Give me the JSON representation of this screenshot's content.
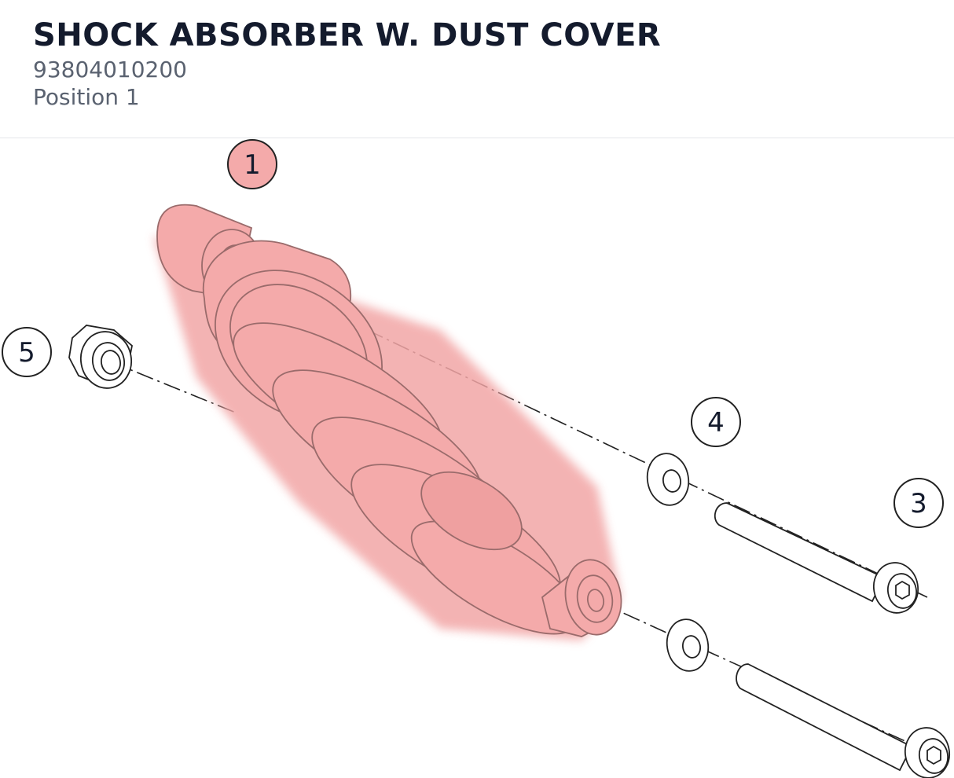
{
  "header": {
    "title": "SHOCK ABSORBER W. DUST COVER",
    "part_number": "93804010200",
    "position": "Position 1"
  },
  "diagram": {
    "callouts": [
      {
        "label": "1",
        "part": "shock-absorber",
        "highlighted": true
      },
      {
        "label": "3",
        "part": "bolt",
        "highlighted": false
      },
      {
        "label": "4",
        "part": "washer",
        "highlighted": false
      },
      {
        "label": "5",
        "part": "nut",
        "highlighted": false
      }
    ]
  },
  "colors": {
    "text_dark": "#141b2d",
    "text_muted": "#5a6270",
    "highlight_fill": "#f4aaaa",
    "highlight_stroke": "#e07878",
    "line": "#222222"
  }
}
